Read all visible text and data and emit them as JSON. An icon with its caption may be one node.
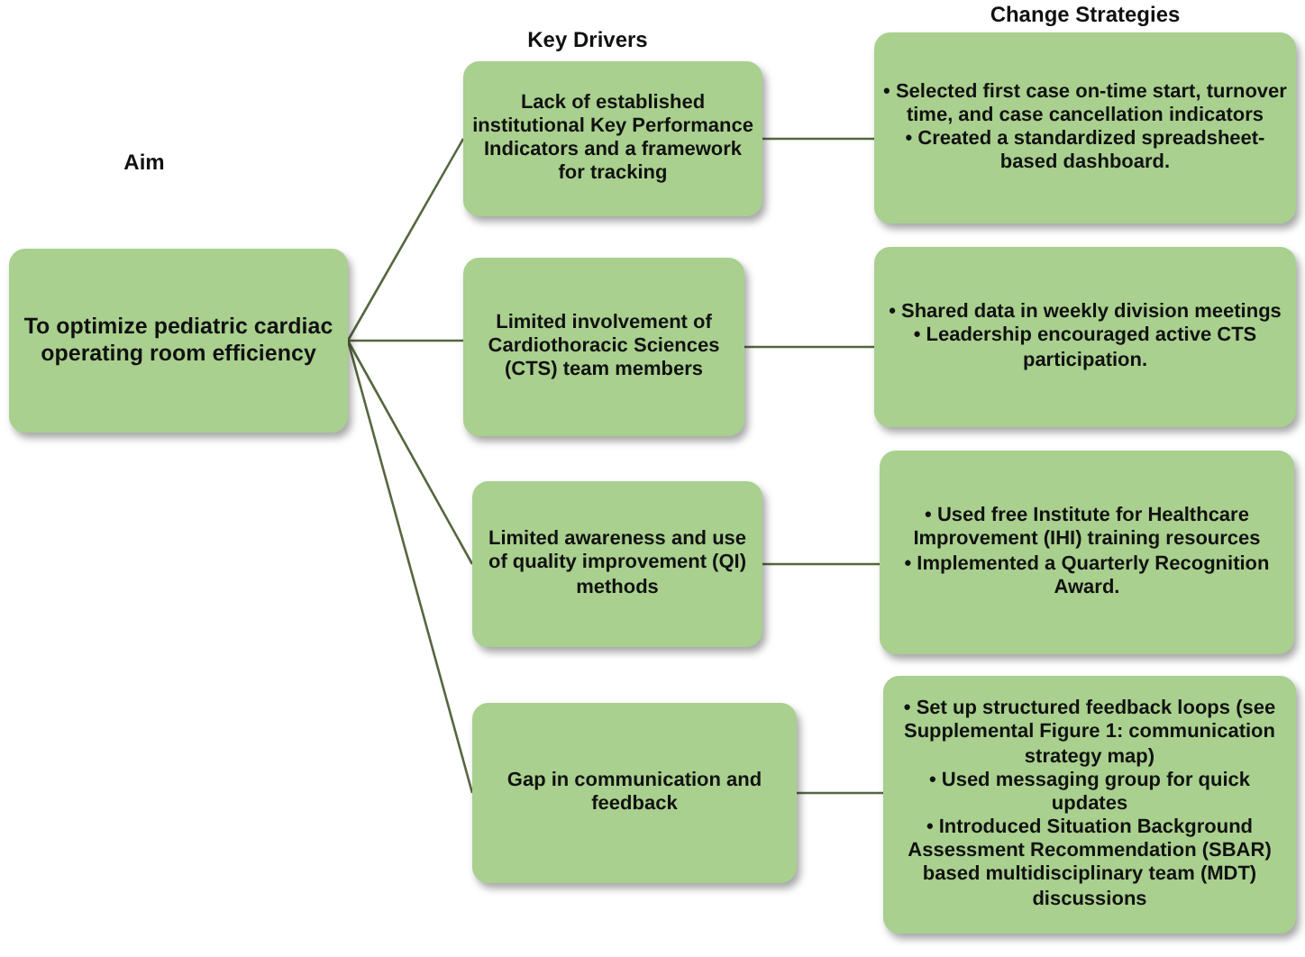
{
  "diagram": {
    "nodes": [
      {
        "text": [
          "To optimize pediatric cardiac operating room efficiency"
        ]
      },
      {
        "text": [
          "Lack of established institutional Key Performance Indicators and a framework for tracking"
        ]
      },
      {
        "text": [
          "Limited involvement of Cardiothoracic Sciences (CTS) team members"
        ]
      },
      {
        "text": [
          "Limited awareness and use of quality improvement (QI) methods"
        ]
      },
      {
        "text": [
          "Gap in communication and feedback"
        ]
      },
      {
        "text": [
          "• Selected first case on-time start, turnover time, and case cancellation indicators",
          "• Created a standardized spreadsheet-based dashboard."
        ]
      },
      {
        "text": [
          "• Shared data in weekly division meetings",
          "• Leadership encouraged active CTS participation."
        ]
      },
      {
        "text": [
          "• Used free Institute for Healthcare Improvement (IHI) training resources",
          "• Implemented a Quarterly Recognition Award."
        ]
      },
      {
        "text": [
          "• Set up structured feedback loops (see Supplemental Figure 1: communication strategy map)",
          "• Used messaging group for quick updates",
          "• Introduced Situation Background Assessment Recommendation (SBAR) based multidisciplinary team (MDT) discussions"
        ]
      }
    ],
    "edges": [
      {
        "from": 0,
        "to": 1,
        "arrow": "none"
      },
      {
        "from": 0,
        "to": 2,
        "arrow": "none"
      },
      {
        "from": 0,
        "to": 3,
        "arrow": "none"
      },
      {
        "from": 0,
        "to": 4,
        "arrow": "none"
      },
      {
        "from": 1,
        "to": 5,
        "arrow": "none"
      },
      {
        "from": 2,
        "to": 6,
        "arrow": "none"
      },
      {
        "from": 3,
        "to": 7,
        "arrow": "none"
      },
      {
        "from": 4,
        "to": 8,
        "arrow": "none"
      }
    ],
    "labels": [
      "Aim",
      "Key Drivers",
      "Change Strategies"
    ]
  }
}
